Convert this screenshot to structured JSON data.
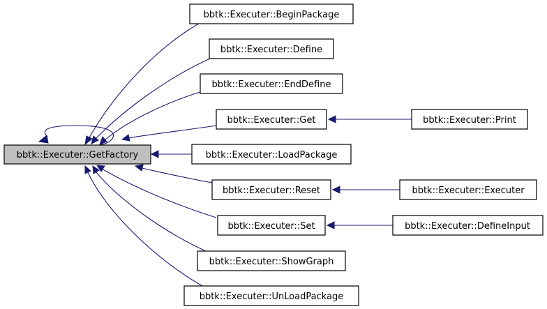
{
  "graph": {
    "root": "bbtk::Executer::GetFactory",
    "callers": [
      "bbtk::Executer::BeginPackage",
      "bbtk::Executer::Define",
      "bbtk::Executer::EndDefine",
      "bbtk::Executer::Get",
      "bbtk::Executer::LoadPackage",
      "bbtk::Executer::Reset",
      "bbtk::Executer::Set",
      "bbtk::Executer::ShowGraph",
      "bbtk::Executer::UnLoadPackage"
    ],
    "second_level": [
      {
        "label": "bbtk::Executer::Print",
        "calls": "bbtk::Executer::Get"
      },
      {
        "label": "bbtk::Executer::Executer",
        "calls": "bbtk::Executer::Reset"
      },
      {
        "label": "bbtk::Executer::DefineInput",
        "calls": "bbtk::Executer::Set"
      }
    ],
    "self_loop": true,
    "colors": {
      "edge": "#191970",
      "root_fill": "#bfbfbf",
      "node_fill": "#ffffff",
      "border": "#000000"
    }
  }
}
